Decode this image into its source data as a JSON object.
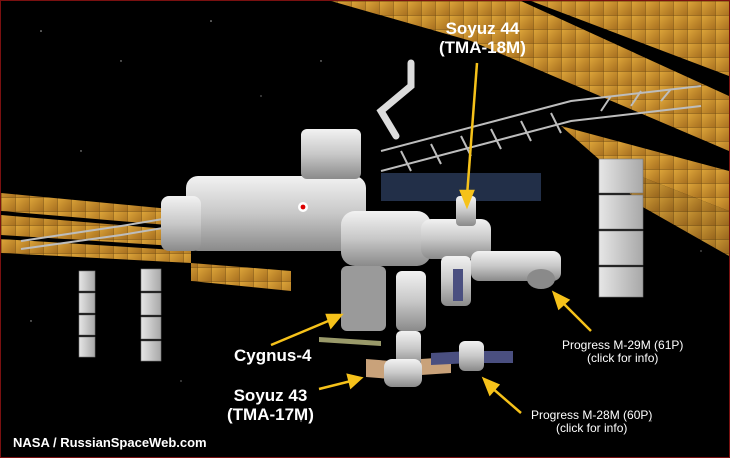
{
  "labels": {
    "soyuz44_name": "Soyuz 44",
    "soyuz44_id": "(TMA-18M)",
    "soyuz43_name": "Soyuz 43",
    "soyuz43_id": "(TMA-17M)",
    "cygnus": "Cygnus-4",
    "progress61_name": "Progress M-29M (61P)",
    "progress61_info": "(click for info)",
    "progress60_name": "Progress M-28M (60P)",
    "progress60_info": "(click for info)"
  },
  "credit": "NASA / RussianSpaceWeb.com",
  "colors": {
    "arrow": "#f6c21a",
    "solar_gold": "#c8922a",
    "solar_dark": "#1a1408",
    "radiator": "#cfcfcf",
    "module": "#d9d9d9",
    "frame_border": "#7a1010"
  }
}
